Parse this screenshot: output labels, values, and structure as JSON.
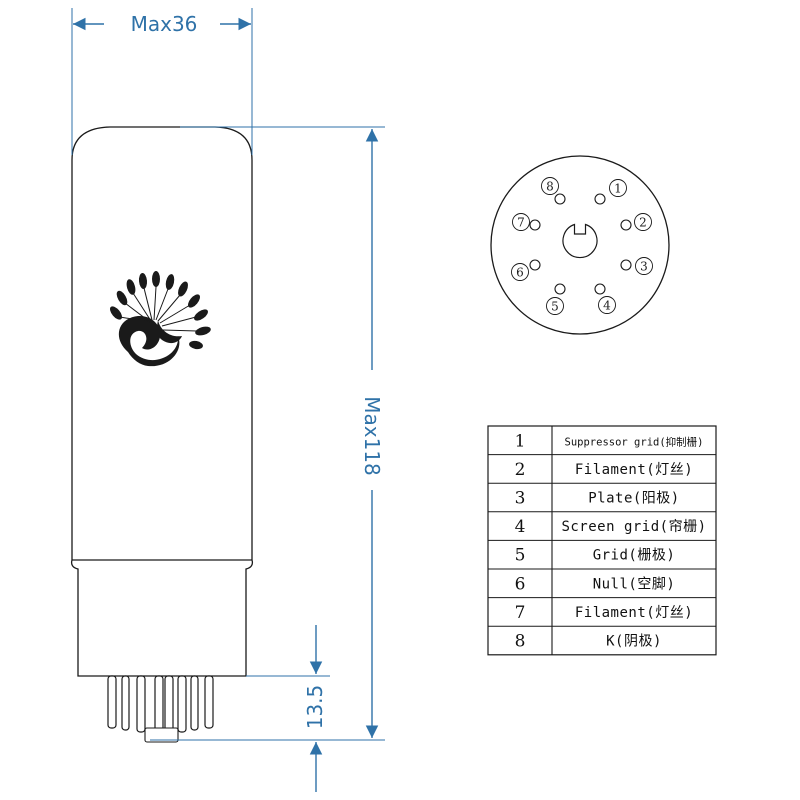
{
  "dimensions": {
    "width": "Max36",
    "height": "Max118",
    "pin_length": "13.5"
  },
  "colors": {
    "dimension": "#2f72a8",
    "outline": "#1a1a1a"
  },
  "icons": {
    "logo": "peacock-logo-icon"
  },
  "socket_pins": [
    "1",
    "2",
    "3",
    "4",
    "5",
    "6",
    "7",
    "8"
  ],
  "pin_table": [
    {
      "num": "1",
      "name": "Suppressor grid(抑制栅)"
    },
    {
      "num": "2",
      "name": "Filament(灯丝)"
    },
    {
      "num": "3",
      "name": "Plate(阳极)"
    },
    {
      "num": "4",
      "name": "Screen grid(帘栅)"
    },
    {
      "num": "5",
      "name": "Grid(栅极)"
    },
    {
      "num": "6",
      "name": "Null(空脚)"
    },
    {
      "num": "7",
      "name": "Filament(灯丝)"
    },
    {
      "num": "8",
      "name": "K(阴极)"
    }
  ]
}
